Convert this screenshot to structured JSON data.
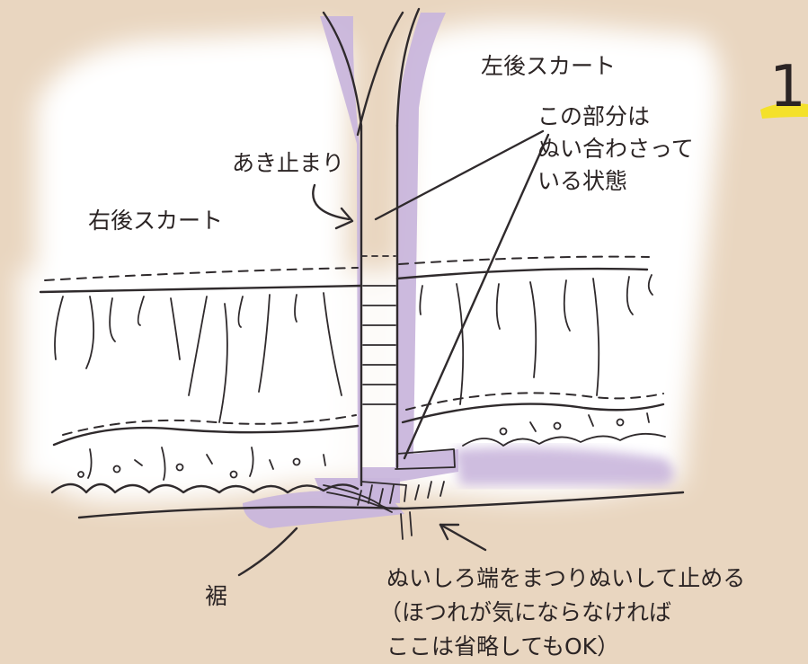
{
  "step": {
    "number": "1"
  },
  "labels": {
    "left_back_skirt": "左後スカート",
    "right_back_skirt": "右後スカート",
    "opening_stop": "あき止まり",
    "sewn_part": [
      "この部分は",
      "ぬい合わさって",
      "いる状態"
    ],
    "hem": "裾",
    "note": [
      "ぬいしろ端をまつりぬいして止める",
      "（ほつれが気にならなければ",
      "ここは省略してもOK）"
    ]
  },
  "colors": {
    "background": "#e9d6c0",
    "fabric": "#ffffff",
    "seam_allowance": "#c9b6dc",
    "ink": "#2f2a2c",
    "highlight": "#f4e12a"
  }
}
